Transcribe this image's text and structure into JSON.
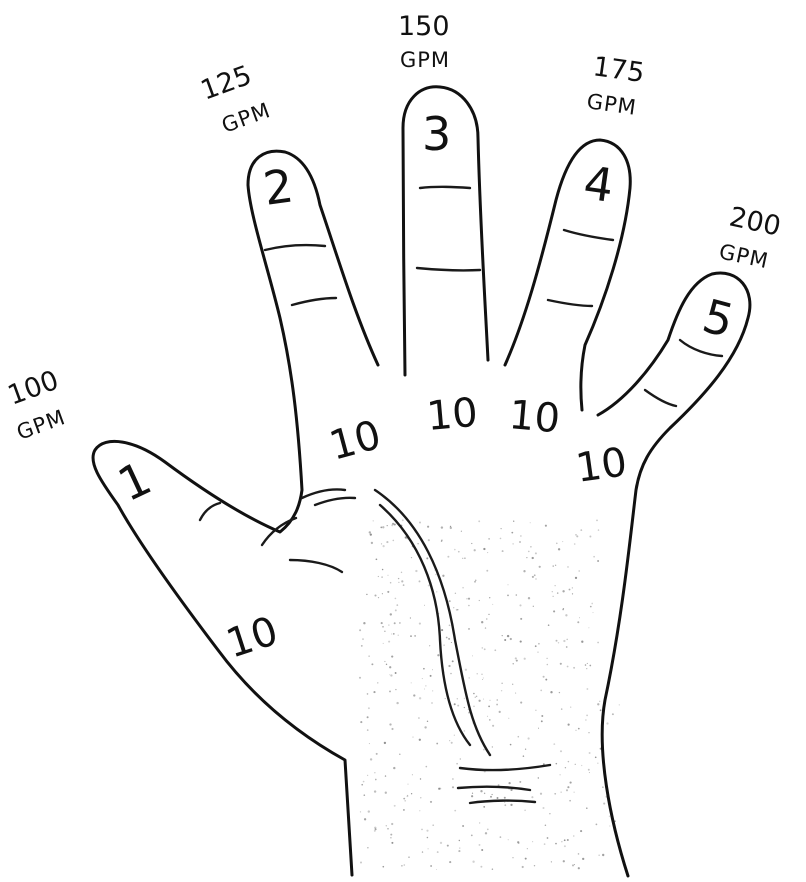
{
  "fingers": [
    {
      "number": "1",
      "flow": "100",
      "unit": "GPM",
      "section": "10"
    },
    {
      "number": "2",
      "flow": "125",
      "unit": "GPM",
      "section": "10"
    },
    {
      "number": "3",
      "flow": "150",
      "unit": "GPM",
      "section": "10"
    },
    {
      "number": "4",
      "flow": "175",
      "unit": "GPM",
      "section": "10"
    },
    {
      "number": "5",
      "flow": "200",
      "unit": "GPM",
      "section": "10"
    }
  ],
  "colors": {
    "ink": "#111111",
    "paper": "#ffffff"
  }
}
